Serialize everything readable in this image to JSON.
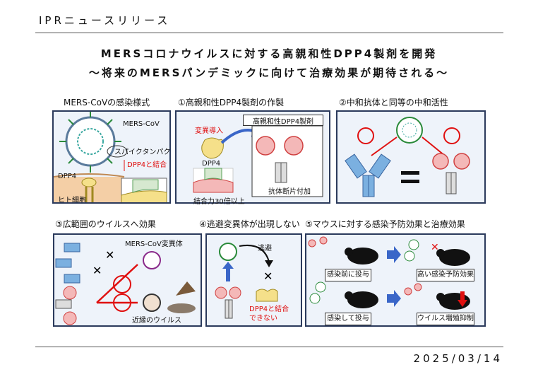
{
  "header": {
    "label": "IPRニュースリリース"
  },
  "title": {
    "line1": "MERSコロナウイルスに対する高親和性DPP4製剤を開発",
    "line2": "～将来のMERSパンデミックに向けて治療効果が期待される～"
  },
  "panels": {
    "infection": {
      "title": "MERS-CoVの感染様式",
      "virus": "MERS-CoV",
      "spike": "スパイクタンパク",
      "bind": "DPP4と結合",
      "dpp4": "DPP4",
      "cell": "ヒト細胞"
    },
    "p1": {
      "title": "①高親和性DPP4製剤の作製",
      "mutation": "変異導入",
      "dpp4": "DPP4",
      "affinity": "結合力30倍以上",
      "product": "高親和性DPP4製剤",
      "fc": "抗体断片付加"
    },
    "p2": {
      "title": "②中和抗体と同等の中和活性"
    },
    "p3": {
      "title": "③広範囲のウイルスへ効果",
      "variant": "MERS-CoV変異体",
      "related": "近縁のウイルス"
    },
    "p4": {
      "title": "④逃避変異体が出現しない",
      "escape": "逃避",
      "cannot1": "DPP4と結合",
      "cannot2": "できない"
    },
    "p5": {
      "title": "⑤マウスに対する感染予防効果と治療効果",
      "pre": "感染前に投与",
      "prevent": "高い感染予防効果",
      "post": "感染して投与",
      "suppress": "ウイルス増殖抑制"
    }
  },
  "date": "2025/03/14",
  "colors": {
    "panel_border": "#2b3a5c",
    "panel_bg": "#eef3fa",
    "accent_red": "#e01010",
    "arrow_blue": "#3a66c8",
    "dpp4_yellow": "#f5e08a",
    "fragment_pink": "#f4b8b8"
  }
}
